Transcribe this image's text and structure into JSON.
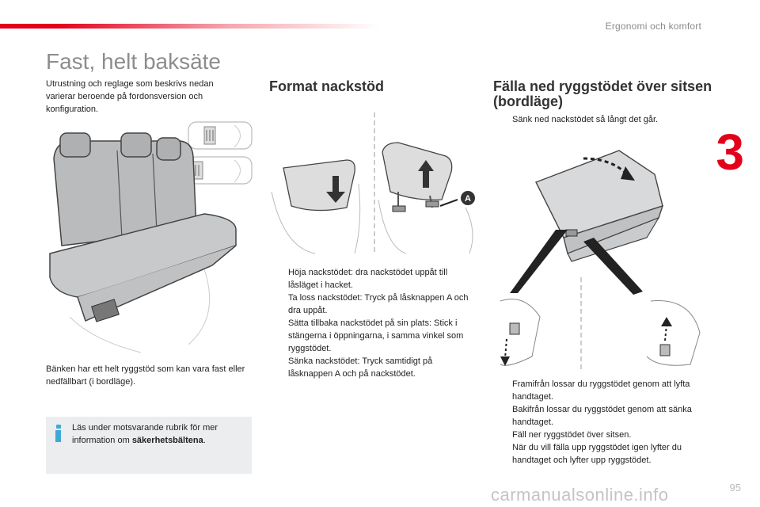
{
  "header": {
    "section": "Ergonomi och komfort",
    "chapter": "3"
  },
  "page": {
    "title": "Fast, helt baksäte",
    "intro": "Utrustning och reglage som beskrivs nedan varierar beroende på fordonsversion och konfiguration.",
    "caption": "Bänken har ett helt ryggstöd som kan vara fast eller nedfällbart (i bordläge).",
    "info": {
      "text_before": "Läs under motsvarande rubrik för mer information om ",
      "bold": "säkerhetsbältena",
      "text_after": "."
    },
    "page_number": "95",
    "watermark": "carmanualsonline.info"
  },
  "format": {
    "heading": "Format nackstöd",
    "label_a": "A",
    "bullet_marker": "",
    "bullets": [
      "Höja nackstödet: dra nackstödet uppåt till låsläget i hacket.",
      "Ta loss nackstödet: Tryck på låsknappen A och dra uppåt.",
      "Sätta tillbaka nackstödet på sin plats: Stick i stängerna i öppningarna, i samma vinkel som ryggstödet.",
      "Sänka nackstödet: Tryck samtidigt på låsknappen A och på nackstödet."
    ]
  },
  "falla": {
    "heading": "Fälla ned ryggstödet över sitsen (bordläge)",
    "bullet_marker": "",
    "bullets_top": [
      "Sänk ned nackstödet så långt det går."
    ],
    "bullets_bottom": [
      "Framifrån lossar du ryggstödet genom att lyfta handtaget.",
      "Bakifrån lossar du ryggstödet genom att sänka handtaget.",
      "Fäll ner ryggstödet över sitsen.",
      "När du vill fälla upp ryggstödet igen lyfter du handtaget och lyfter upp ryggstödet."
    ]
  },
  "colors": {
    "brand_red": "#e2001a",
    "info_blue": "#3fa9d6",
    "title_gray": "#8d8d8d",
    "infobox_bg": "#ecedee"
  }
}
